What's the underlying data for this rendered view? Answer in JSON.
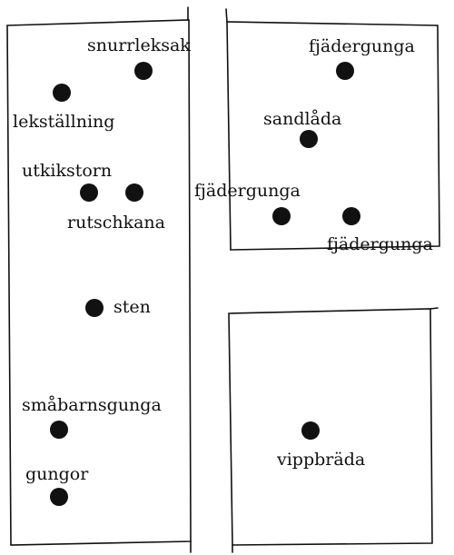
{
  "areas": [
    {
      "items": [
        {
          "label": "snurrleksak"
        },
        {
          "label": "lekställning"
        },
        {
          "label": "utkikstorn"
        },
        {
          "label": "rutschkana"
        },
        {
          "label": "sten"
        },
        {
          "label": "småbarnsgunga"
        },
        {
          "label": "gungor"
        }
      ]
    },
    {
      "items": [
        {
          "label": "fjädergunga"
        },
        {
          "label": "sandlåda"
        },
        {
          "label": "fjädergunga"
        },
        {
          "label": "fjädergunga"
        }
      ]
    },
    {
      "items": [
        {
          "label": "vippbräda"
        }
      ]
    }
  ],
  "colors": {
    "ink": "#111111",
    "background": "#ffffff"
  }
}
